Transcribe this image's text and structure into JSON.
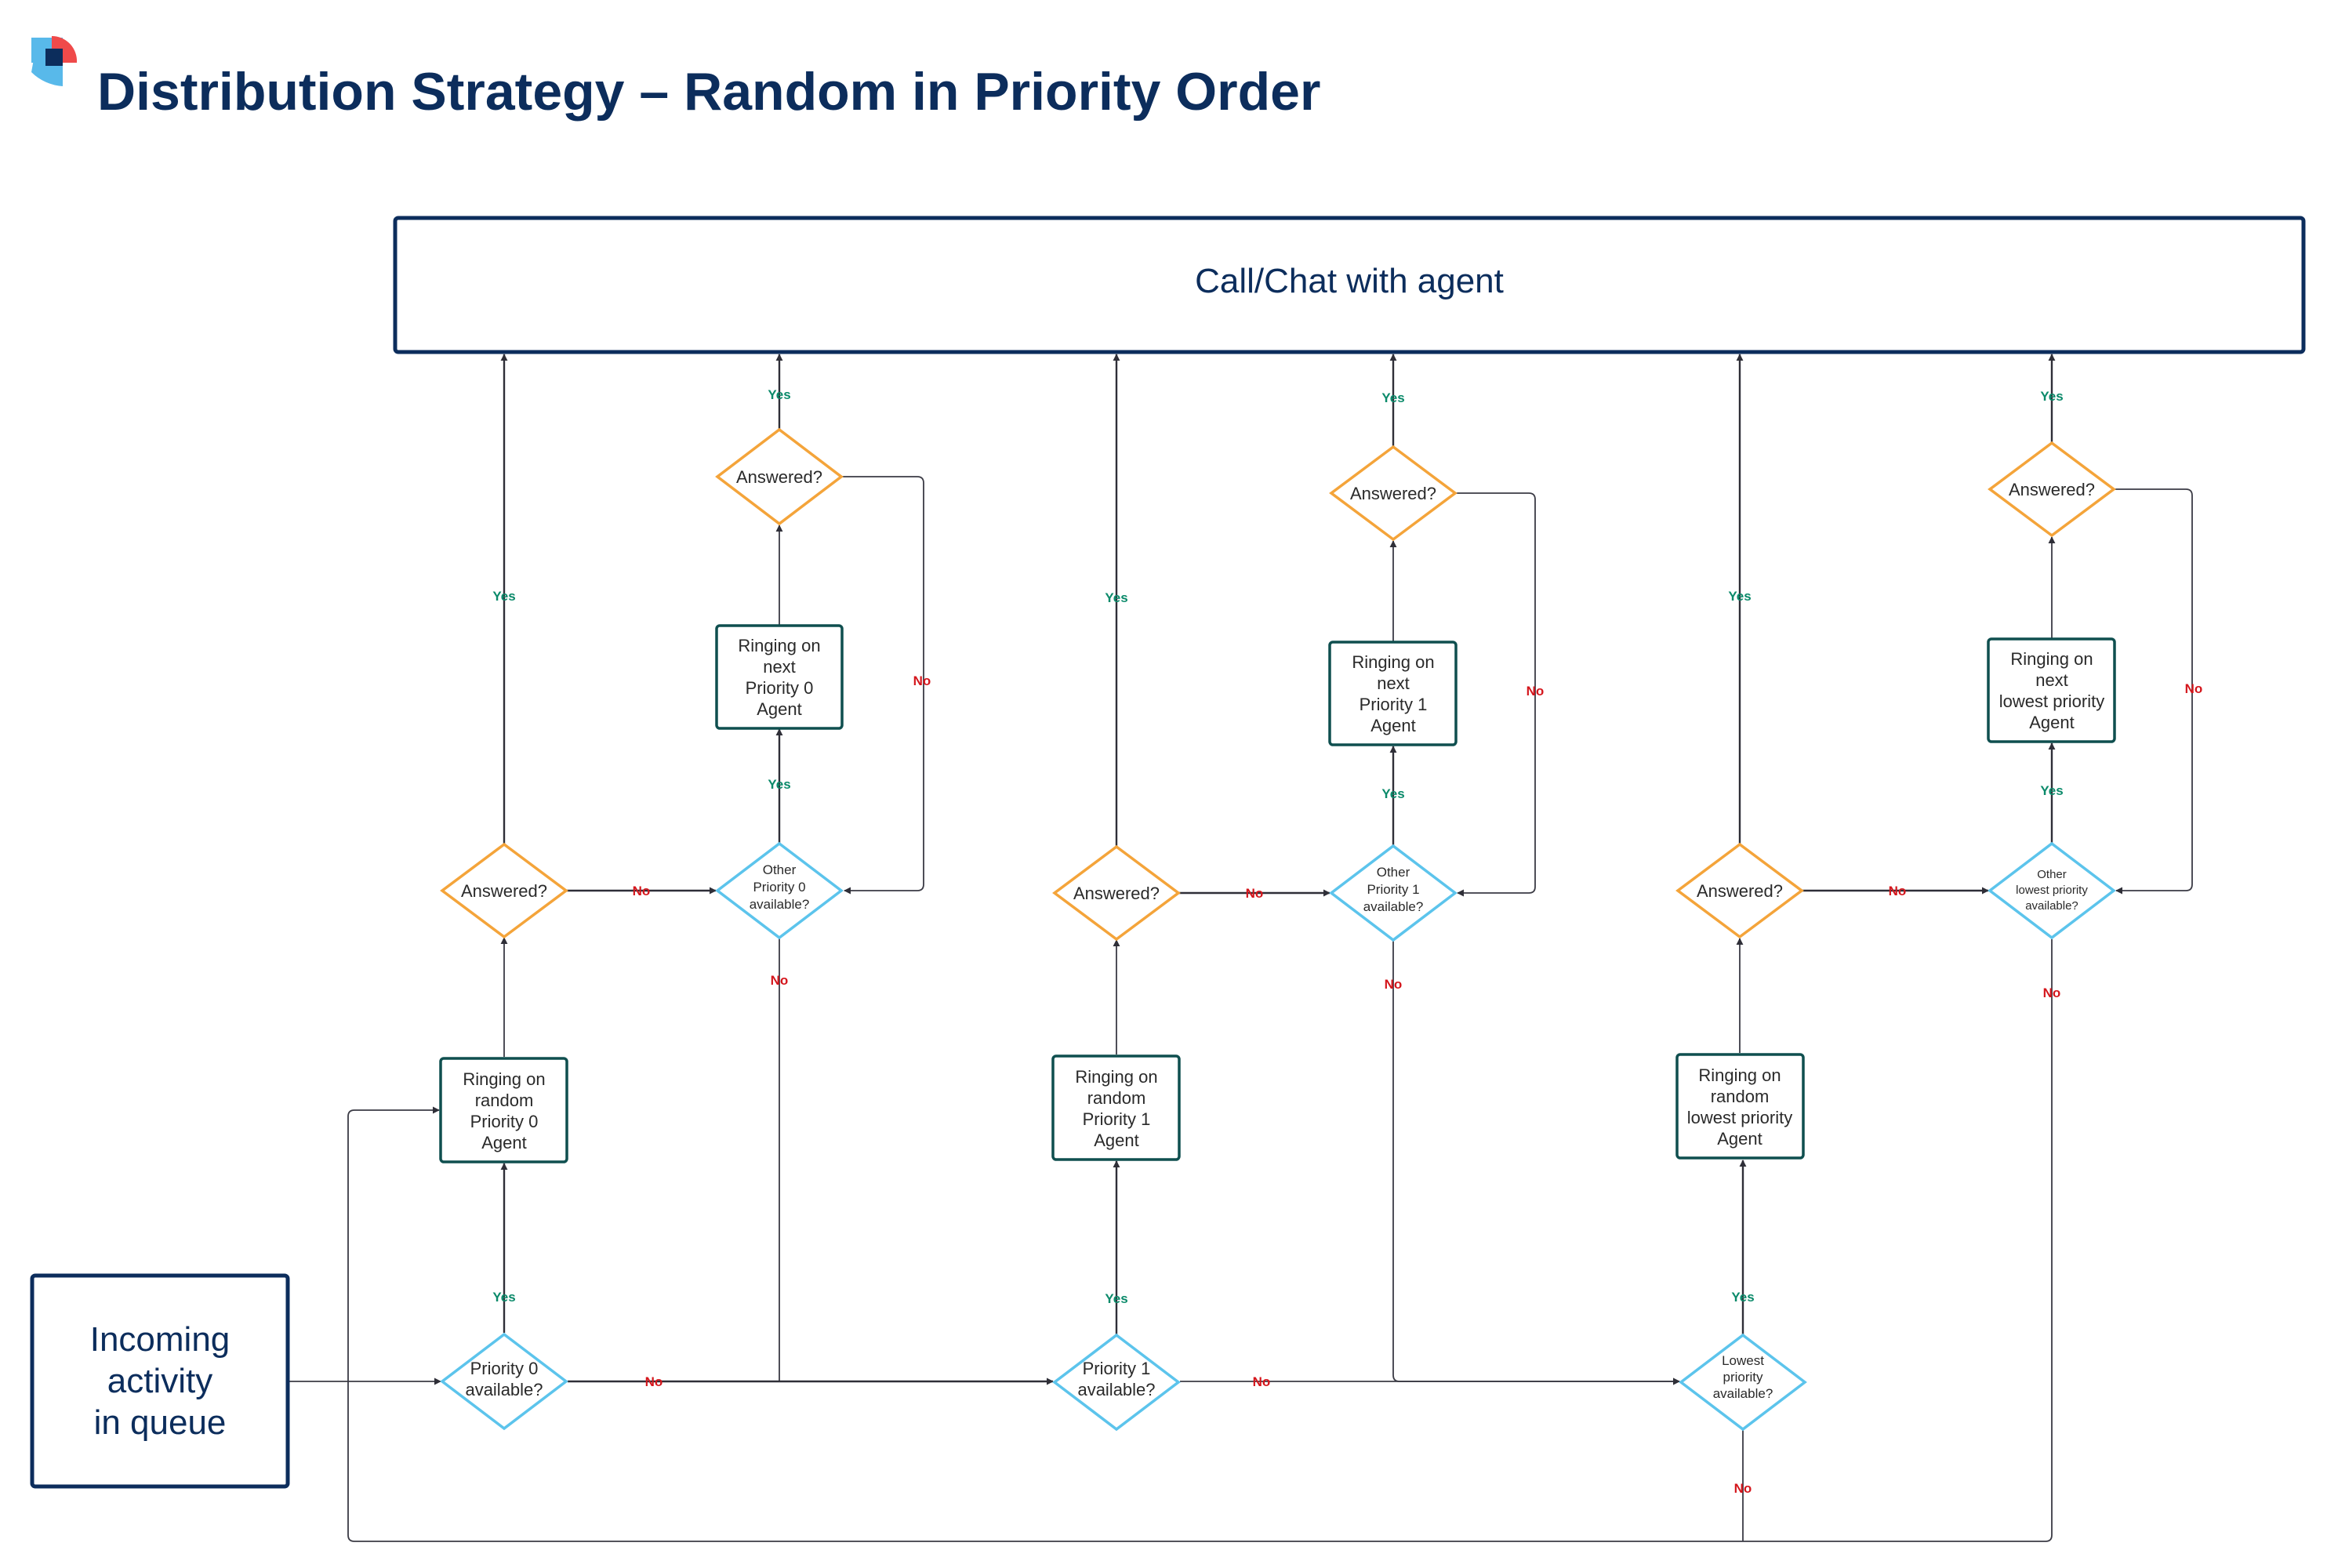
{
  "title": "Distribution Strategy – Random in Priority Order",
  "logo_icon": "company-logo-icon",
  "colors": {
    "navy": "#0c2d5c",
    "decision_answered": "#f4a43a",
    "decision_available": "#5cc4ec",
    "process_box": "#0f4f4f",
    "yes_label": "#0b8a6a",
    "no_label": "#d4161c"
  },
  "nodes": {
    "call_chat": "Call/Chat with agent",
    "incoming": [
      "Incoming",
      "activity",
      "in queue"
    ],
    "p0_available": [
      "Priority 0",
      "available?"
    ],
    "p1_available": [
      "Priority 1",
      "available?"
    ],
    "lowest_available": [
      "Lowest",
      "priority",
      "available?"
    ],
    "ring_random_p0": [
      "Ringing on",
      "random",
      "Priority 0",
      "Agent"
    ],
    "ring_random_p1": [
      "Ringing on",
      "random",
      "Priority 1",
      "Agent"
    ],
    "ring_random_lowest": [
      "Ringing on",
      "random",
      "lowest priority",
      "Agent"
    ],
    "answered_1": "Answered?",
    "answered_2": "Answered?",
    "answered_3": "Answered?",
    "other_p0_available": [
      "Other",
      "Priority 0",
      "available?"
    ],
    "other_p1_available": [
      "Other",
      "Priority 1",
      "available?"
    ],
    "other_lowest_available": [
      "Other",
      "lowest priority",
      "available?"
    ],
    "ring_next_p0": [
      "Ringing on",
      "next",
      "Priority 0",
      "Agent"
    ],
    "ring_next_p1": [
      "Ringing on",
      "next",
      "Priority 1",
      "Agent"
    ],
    "ring_next_lowest": [
      "Ringing on",
      "next",
      "lowest priority",
      "Agent"
    ],
    "answered_top_1": "Answered?",
    "answered_top_2": "Answered?",
    "answered_top_3": "Answered?"
  },
  "edge_labels": {
    "yes": "Yes",
    "no": "No"
  }
}
